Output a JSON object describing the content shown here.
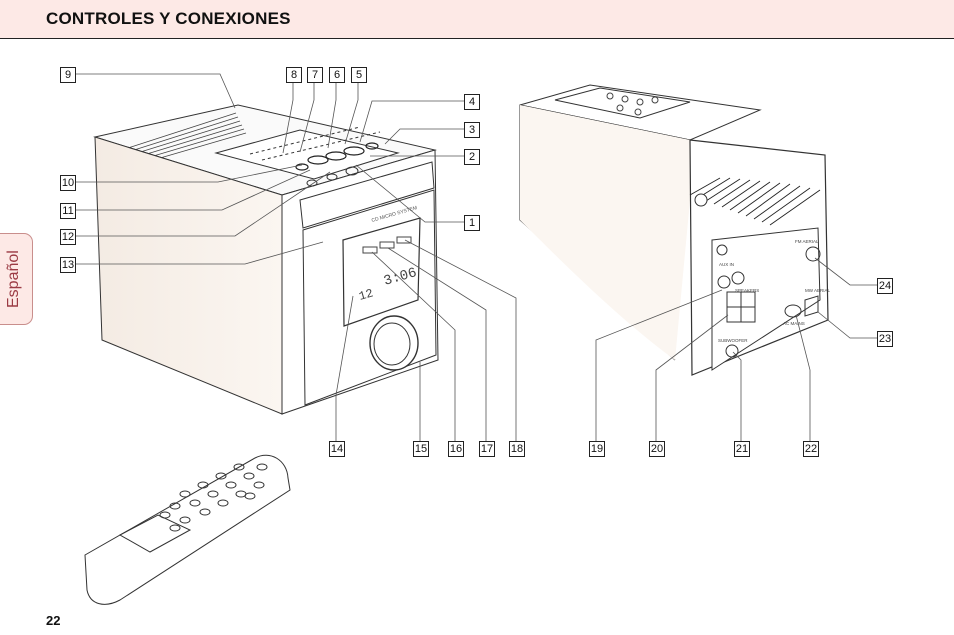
{
  "header": {
    "title": "CONTROLES Y CONEXIONES"
  },
  "side_tab": {
    "label": "Español"
  },
  "callouts": {
    "c1": "1",
    "c2": "2",
    "c3": "3",
    "c4": "4",
    "c5": "5",
    "c6": "6",
    "c7": "7",
    "c8": "8",
    "c9": "9",
    "c10": "10",
    "c11": "11",
    "c12": "12",
    "c13": "13",
    "c14": "14",
    "c15": "15",
    "c16": "16",
    "c17": "17",
    "c18": "18",
    "c19": "19",
    "c20": "20",
    "c21": "21",
    "c22": "22",
    "c23": "23",
    "c24": "24"
  },
  "device_labels": {
    "front_model": "CD MICRO SYSTEM",
    "display_time": "3:06",
    "display_track": "12",
    "aux_in": "AUX IN",
    "fm_aerial": "FM AERIAL",
    "speakers": "SPEAKERS",
    "subwoofer": "SUBWOOFER",
    "ac_mains": "AC MAINS",
    "mw_aerial": "MW AERIAL"
  },
  "footer": {
    "page_number": "22"
  }
}
